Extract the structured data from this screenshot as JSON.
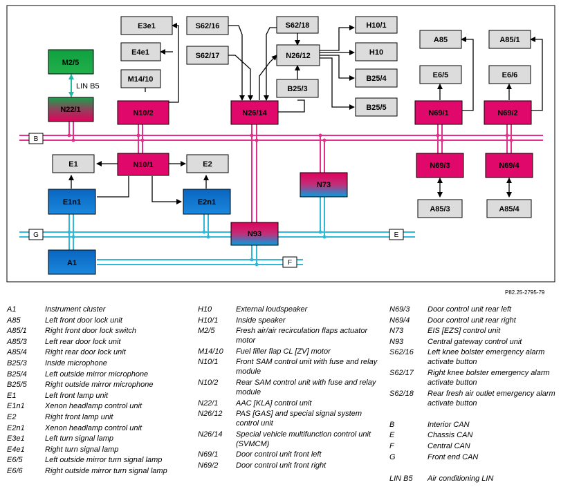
{
  "diagram": {
    "reference": "P82.25-2795-79",
    "bus_labels": {
      "B": "B",
      "G": "G",
      "E": "E",
      "F": "F"
    },
    "lin_label": "LIN B5",
    "nodes": {
      "E3e1": "E3e1",
      "E4e1": "E4e1",
      "M14_10": "M14/10",
      "M2_5": "M2/5",
      "N22_1": "N22/1",
      "N10_2": "N10/2",
      "S62_16": "S62/16",
      "S62_17": "S62/17",
      "S62_18": "S62/18",
      "N26_12": "N26/12",
      "B25_3": "B25/3",
      "N26_14": "N26/14",
      "H10_1": "H10/1",
      "H10": "H10",
      "B25_4": "B25/4",
      "B25_5": "B25/5",
      "A85": "A85",
      "E6_5": "E6/5",
      "N69_1": "N69/1",
      "A85_1": "A85/1",
      "E6_6": "E6/6",
      "N69_2": "N69/2",
      "E1": "E1",
      "N10_1": "N10/1",
      "E2": "E2",
      "E1n1": "E1n1",
      "E2n1": "E2n1",
      "N73": "N73",
      "N69_3": "N69/3",
      "N69_4": "N69/4",
      "A85_3": "A85/3",
      "A85_4": "A85/4",
      "N93": "N93",
      "A1": "A1"
    }
  },
  "legend": {
    "col1": [
      {
        "code": "A1",
        "desc": "Instrument cluster"
      },
      {
        "code": "A85",
        "desc": "Left front door lock unit"
      },
      {
        "code": "A85/1",
        "desc": "Right front door lock switch"
      },
      {
        "code": "A85/3",
        "desc": "Left rear door lock unit"
      },
      {
        "code": "A85/4",
        "desc": "Right rear door lock unit"
      },
      {
        "code": "B25/3",
        "desc": "Inside microphone"
      },
      {
        "code": "B25/4",
        "desc": "Left outside mirror microphone"
      },
      {
        "code": "B25/5",
        "desc": "Right outside mirror microphone"
      },
      {
        "code": "E1",
        "desc": "Left front lamp unit"
      },
      {
        "code": "E1n1",
        "desc": "Xenon headlamp control unit"
      },
      {
        "code": "E2",
        "desc": "Right front lamp unit"
      },
      {
        "code": "E2n1",
        "desc": "Xenon headlamp control unit"
      },
      {
        "code": "E3e1",
        "desc": "Left turn signal lamp"
      },
      {
        "code": "E4e1",
        "desc": "Right turn signal lamp"
      },
      {
        "code": "E6/5",
        "desc": "Left outside mirror turn signal lamp"
      },
      {
        "code": "E6/6",
        "desc": "Right outside mirror turn signal lamp"
      }
    ],
    "col2": [
      {
        "code": "H10",
        "desc": "External loudspeaker"
      },
      {
        "code": "H10/1",
        "desc": "Inside speaker"
      },
      {
        "code": "M2/5",
        "desc": "Fresh air/air recirculation flaps actuator motor"
      },
      {
        "code": "M14/10",
        "desc": "Fuel filler flap CL [ZV] motor"
      },
      {
        "code": "N10/1",
        "desc": "Front SAM control unit with fuse and relay module"
      },
      {
        "code": "N10/2",
        "desc": "Rear SAM control unit with fuse and relay module"
      },
      {
        "code": "N22/1",
        "desc": "AAC [KLA] control unit"
      },
      {
        "code": "N26/12",
        "desc": "PAS [GAS] and special signal system control unit"
      },
      {
        "code": "N26/14",
        "desc": "Special vehicle multifunction control unit (SVMCM)"
      },
      {
        "code": "N69/1",
        "desc": "Door control unit front left"
      },
      {
        "code": "N69/2",
        "desc": "Door control unit front right"
      }
    ],
    "col3": [
      {
        "code": "N69/3",
        "desc": "Door control unit rear left"
      },
      {
        "code": "N69/4",
        "desc": "Door control unit rear right"
      },
      {
        "code": "N73",
        "desc": "EIS [EZS] control unit"
      },
      {
        "code": "N93",
        "desc": "Central gateway control unit"
      },
      {
        "code": "S62/16",
        "desc": "Left knee bolster emergency alarm activate button"
      },
      {
        "code": "S62/17",
        "desc": "Right knee bolster emergency alarm activate button"
      },
      {
        "code": "S62/18",
        "desc": "Rear fresh air outlet emergency alarm activate button"
      },
      {
        "code": "",
        "desc": ""
      },
      {
        "code": "B",
        "desc": "Interior CAN"
      },
      {
        "code": "E",
        "desc": "Chassis CAN"
      },
      {
        "code": "F",
        "desc": "Central CAN"
      },
      {
        "code": "G",
        "desc": "Front end CAN"
      },
      {
        "code": "",
        "desc": ""
      },
      {
        "code": "LIN B5",
        "desc": "Air conditioning LIN"
      }
    ]
  }
}
